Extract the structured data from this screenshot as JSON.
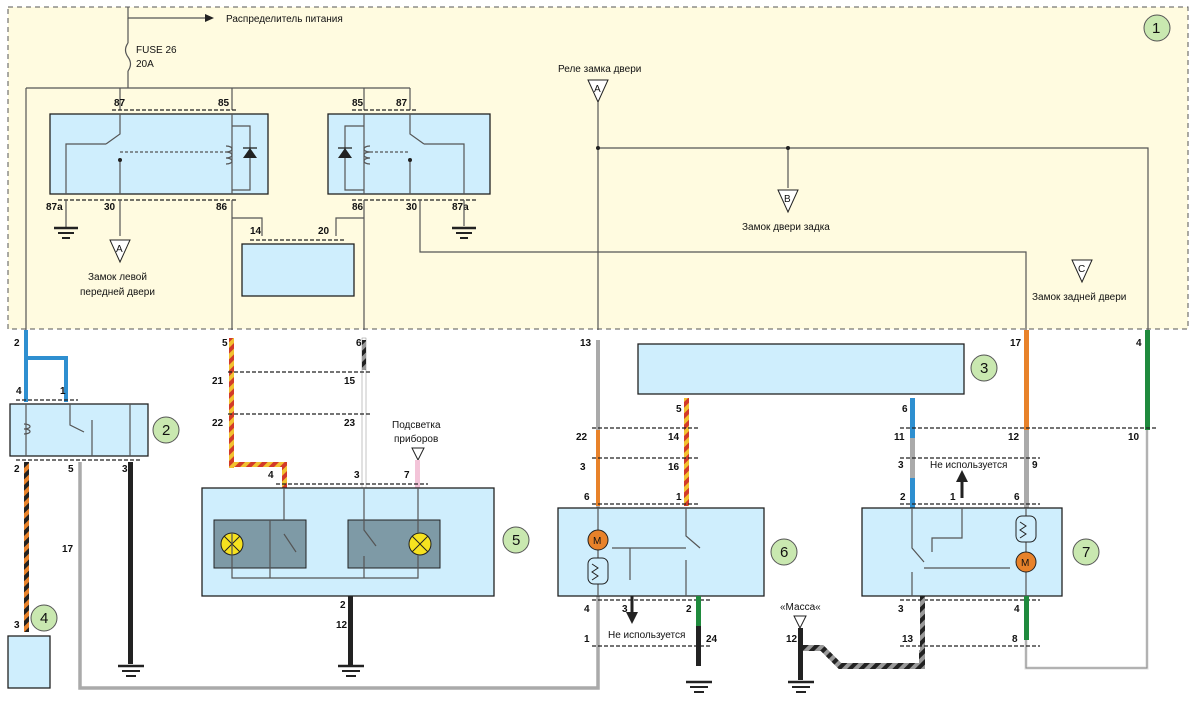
{
  "top": {
    "power_distributor": "Распределитель питания",
    "fuse_name": "FUSE 26",
    "fuse_rating": "20A"
  },
  "zone1_number": "1",
  "relay_left": {
    "pins": [
      "87",
      "85",
      "87a",
      "30",
      "86"
    ]
  },
  "relay_right": {
    "pins": [
      "85",
      "87",
      "86",
      "30",
      "87a"
    ]
  },
  "small_box_pins": [
    "14",
    "20"
  ],
  "labels": {
    "door_lock_relay": "Реле замка двери",
    "marker_a": "A",
    "marker_b": "B",
    "marker_c": "C",
    "left_front_door_line1": "Замок левой",
    "left_front_door_line2": "передней двери",
    "tailgate_lock": "Замок двери задка",
    "rear_door_lock": "Замок задней двери",
    "instrument_backlight_line1": "Подсветка",
    "instrument_backlight_line2": "приборов",
    "not_used": "Не используется",
    "ground": "«Масса«"
  },
  "components": {
    "c2": "2",
    "c3": "3",
    "c4": "4",
    "c5": "5",
    "c6": "6",
    "c7": "7"
  },
  "pins": {
    "p_2a": "2",
    "p_5a": "5",
    "p_6a": "6",
    "p_13a": "13",
    "p_17a": "17",
    "p_4a": "4",
    "p_4b": "4",
    "p_1b": "1",
    "p_2c": "2",
    "p_5c": "5",
    "p_3c": "3",
    "p_17d": "17",
    "p_3d": "3",
    "p_21": "21",
    "p_15": "15",
    "p_22": "22",
    "p_23": "23",
    "p_4e": "4",
    "p_3e": "3",
    "p_7e": "7",
    "p_2f": "2",
    "p_12f": "12",
    "p_22g": "22",
    "p_3g": "3",
    "p_6g": "6",
    "p_14g": "14",
    "p_16g": "16",
    "p_1g": "1",
    "p_5h": "5",
    "p_6h": "6",
    "p_4i": "4",
    "p_1i": "1",
    "p_3i": "3",
    "p_2i": "2",
    "p_24i": "24",
    "p_11j": "11",
    "p_3j": "3",
    "p_2j": "2",
    "p_12j": "12",
    "p_9j": "9",
    "p_6j": "6",
    "p_1j": "1",
    "p_10j": "10",
    "p_3k": "3",
    "p_4k": "4",
    "p_12k": "12",
    "p_13k": "13",
    "p_8k": "8"
  },
  "motor_symbol": "M"
}
